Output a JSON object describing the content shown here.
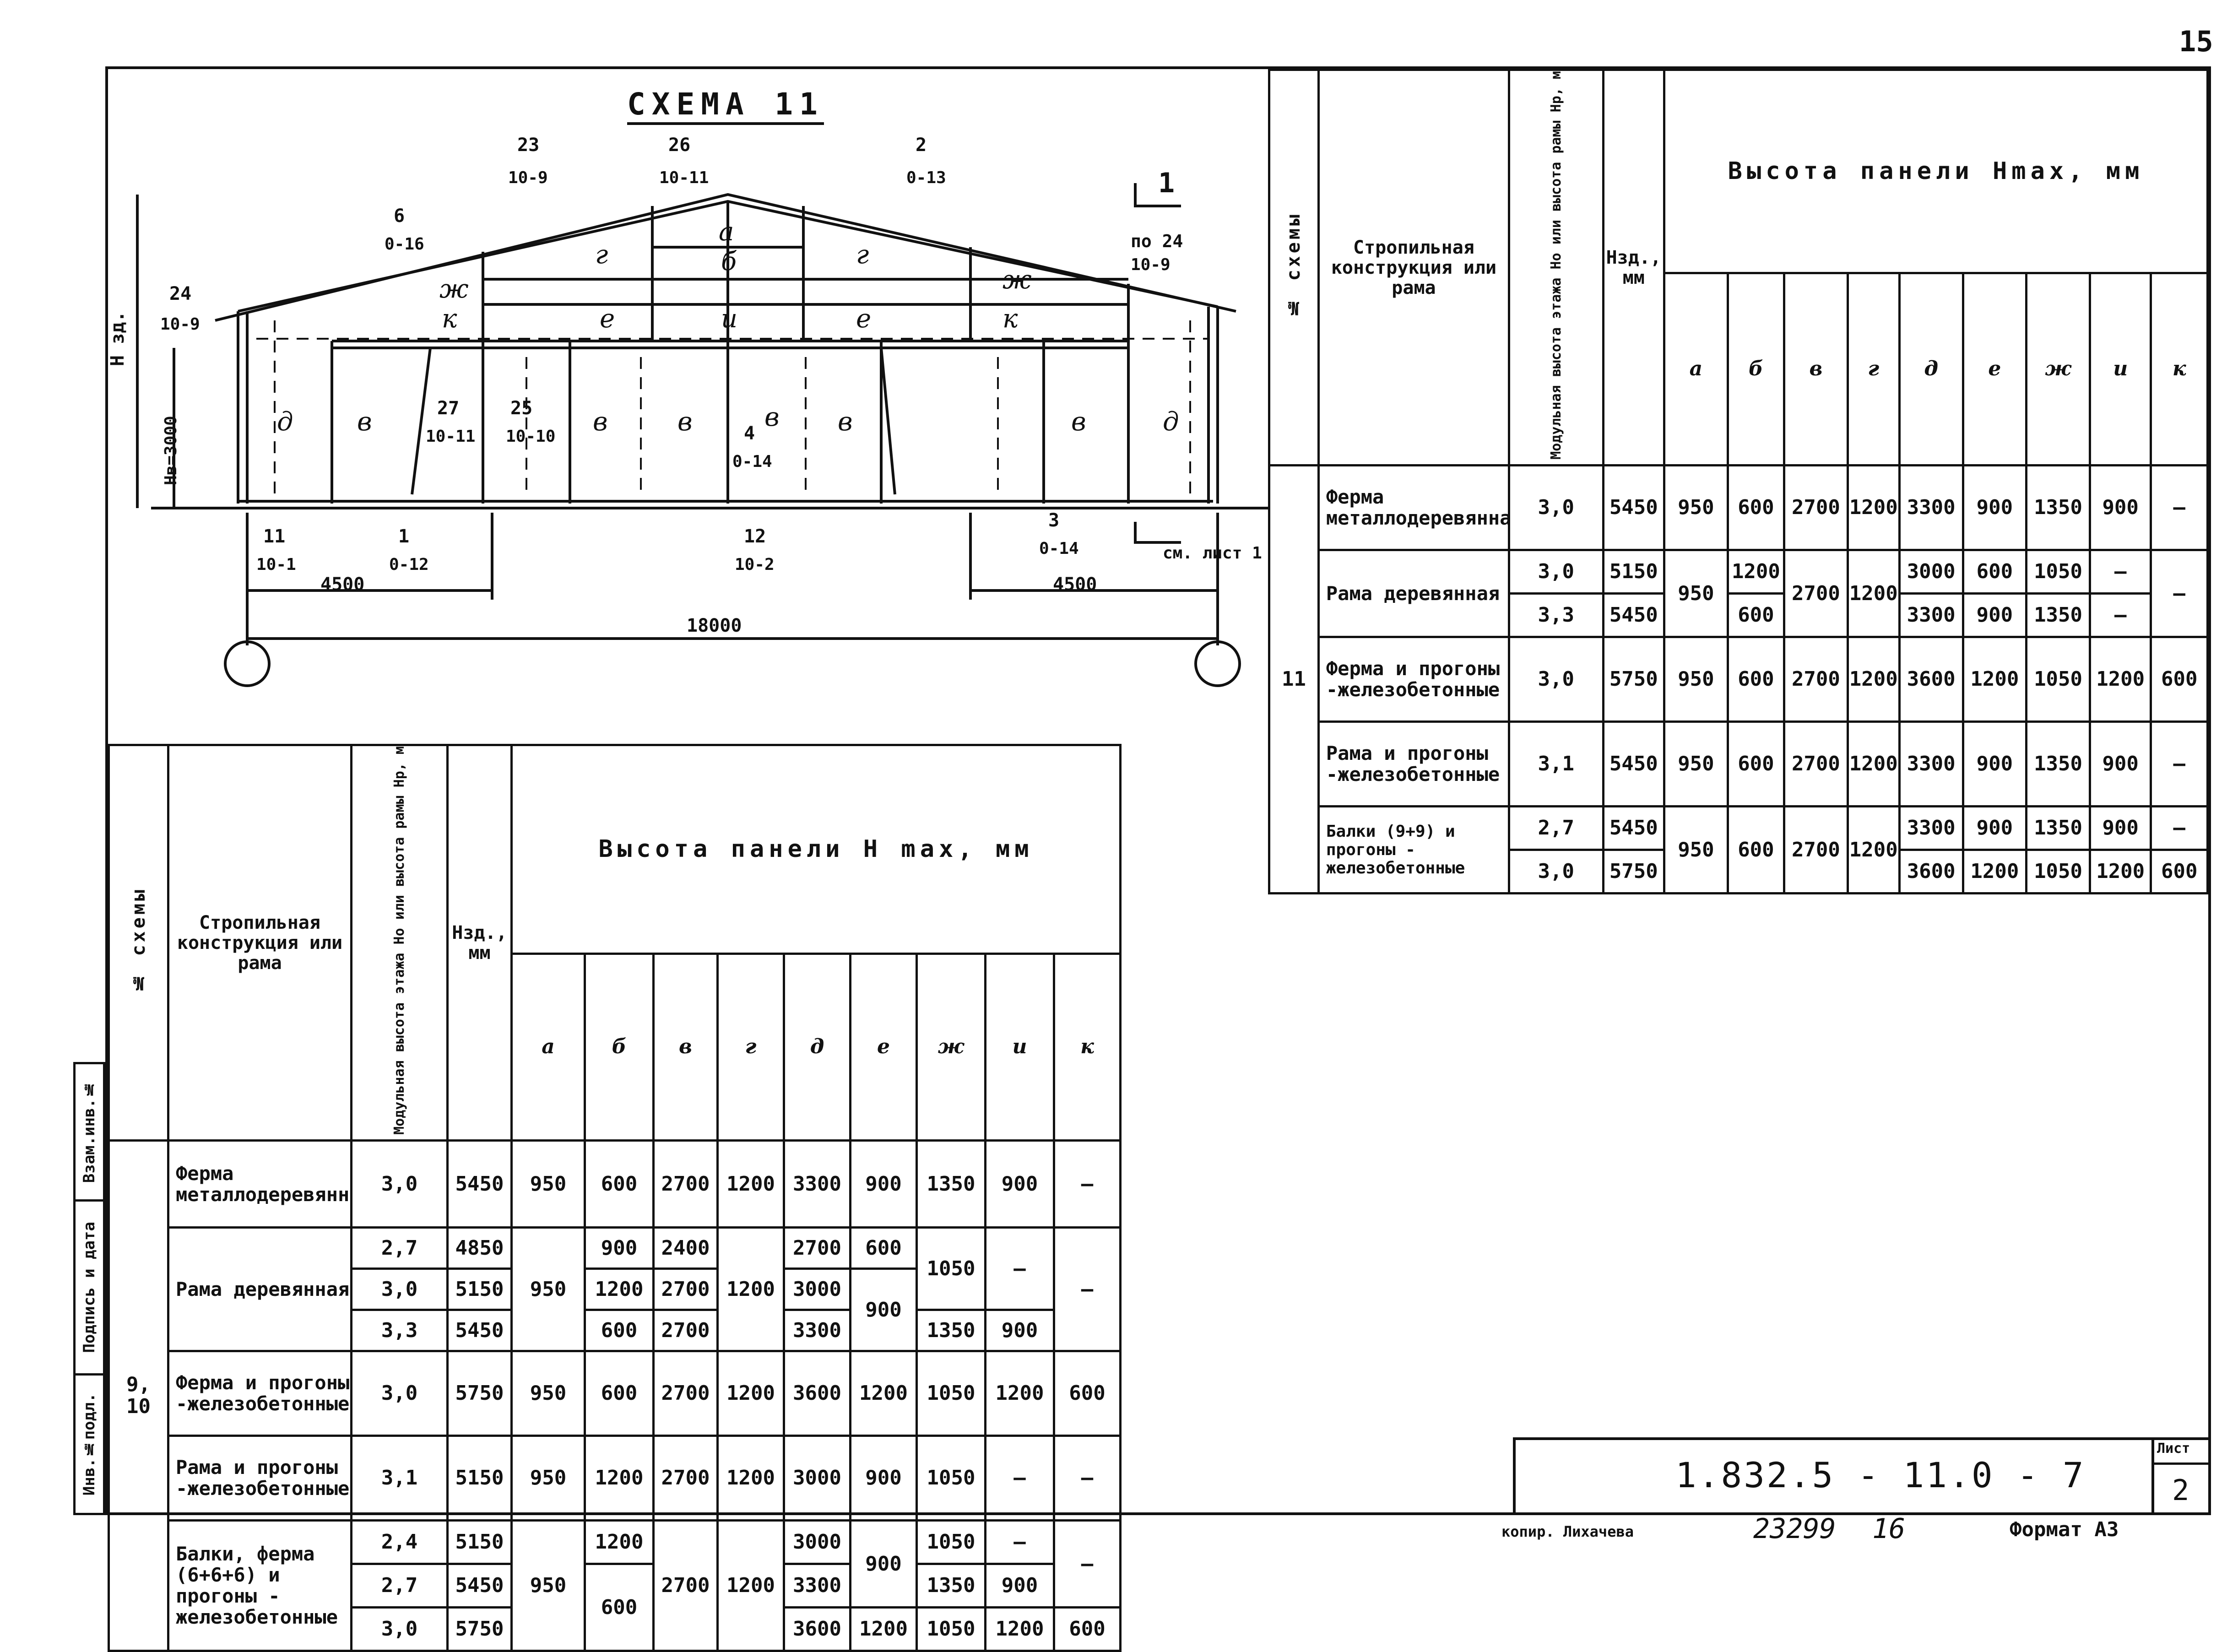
{
  "page_number": "15",
  "drawing": {
    "title": "СХЕМА 11",
    "labels": {
      "h_zd": "Н зд.",
      "h_v": "Нв=3000",
      "span_left": "4500",
      "span_right": "4500",
      "span_total": "18000",
      "section_mark": "1",
      "section_ref": "см. лист 1",
      "po": "по 24"
    },
    "callouts": [
      {
        "n": "23",
        "ref": "10-9"
      },
      {
        "n": "26",
        "ref": "10-11"
      },
      {
        "n": "2",
        "ref": "0-13"
      },
      {
        "n": "6",
        "ref": "0-16"
      },
      {
        "n": "24",
        "ref": "10-9"
      },
      {
        "n": "24",
        "ref": "10-9"
      },
      {
        "n": "27",
        "ref": "10-11"
      },
      {
        "n": "25",
        "ref": "10-10"
      },
      {
        "n": "4",
        "ref": "0-14"
      },
      {
        "n": "11",
        "ref": "10-1"
      },
      {
        "n": "1",
        "ref": "0-12"
      },
      {
        "n": "12",
        "ref": "10-2"
      },
      {
        "n": "3",
        "ref": "0-14"
      }
    ],
    "panel_letters": [
      "а",
      "б",
      "г",
      "г",
      "ж",
      "ж",
      "к",
      "к",
      "е",
      "и",
      "е",
      "д",
      "в",
      "в",
      "в",
      "в",
      "в",
      "в",
      "д"
    ]
  },
  "table_top": {
    "headers": {
      "scheme": "№ схемы",
      "construction": "Стропильная конструкция или рама",
      "modular": "Модульная высота этажа Но или высота рамы Нр, м",
      "hzd": "Нзд., мм",
      "panel_height": "Высота панели Нmax, мм",
      "cols": [
        "а",
        "б",
        "в",
        "г",
        "д",
        "е",
        "ж",
        "и",
        "к"
      ]
    },
    "scheme": "11",
    "rows": [
      {
        "name": "Ферма металлодеревянная",
        "m": "3,0",
        "h": "5450",
        "v": [
          "950",
          "600",
          "2700",
          "1200",
          "3300",
          "900",
          "1350",
          "900",
          "—"
        ]
      },
      {
        "name": "Рама деревянная",
        "m1": "3,0",
        "h1": "5150",
        "m2": "3,3",
        "h2": "5450",
        "a": "950",
        "b1": "1200",
        "b2": "600",
        "c": "2700",
        "d": "1200",
        "e1": "3000",
        "f1": "600",
        "g1": "1050",
        "i1": "—",
        "e2": "3300",
        "f2": "900",
        "g2": "1350",
        "i2": "—",
        "k": "—"
      },
      {
        "name": "Ферма и прогоны -железобетонные",
        "m": "3,0",
        "h": "5750",
        "v": [
          "950",
          "600",
          "2700",
          "1200",
          "3600",
          "1200",
          "1050",
          "1200",
          "600"
        ]
      },
      {
        "name": "Рама и прогоны -железобетонные",
        "m": "3,1",
        "h": "5450",
        "v": [
          "950",
          "600",
          "2700",
          "1200",
          "3300",
          "900",
          "1350",
          "900",
          "—"
        ]
      },
      {
        "name": "Балки (9+9) и прогоны - железобетонные",
        "m1": "2,7",
        "h1": "5450",
        "m2": "3,0",
        "h2": "5750",
        "a": "950",
        "b": "600",
        "c": "2700",
        "d": "1200",
        "r1": [
          "3300",
          "900",
          "1350",
          "900",
          "—"
        ],
        "r2": [
          "3600",
          "1200",
          "1050",
          "1200",
          "600"
        ]
      }
    ]
  },
  "table_bottom": {
    "headers": {
      "scheme": "№ схемы",
      "construction": "Стропильная конструкция или рама",
      "modular": "Модульная высота этажа Но или высота рамы Нр, м",
      "hzd": "Нзд., мм",
      "panel_height": "Высота панели Н max, мм",
      "cols": [
        "а",
        "б",
        "в",
        "г",
        "д",
        "е",
        "ж",
        "и",
        "к"
      ]
    },
    "scheme": "9, 10",
    "rows": [
      {
        "name": "Ферма металлодеревянная",
        "m": "3,0",
        "h": "5450",
        "v": [
          "950",
          "600",
          "2700",
          "1200",
          "3300",
          "900",
          "1350",
          "900",
          "—"
        ]
      },
      {
        "name": "Рама деревянная",
        "m": [
          "2,7",
          "3,0",
          "3,3"
        ],
        "h": [
          "4850",
          "5150",
          "5450"
        ],
        "a": "950",
        "b": [
          "900",
          "1200",
          "600"
        ],
        "c": [
          "2400",
          "2700",
          "2700"
        ],
        "d": "1200",
        "e": [
          "2700",
          "3000",
          "3300"
        ],
        "f1": "600",
        "f2": "900",
        "g1": "1050",
        "g2": "1350",
        "i1": "—",
        "i2": "900",
        "k": "—"
      },
      {
        "name": "Ферма и прогоны -железобетонные",
        "m": "3,0",
        "h": "5750",
        "v": [
          "950",
          "600",
          "2700",
          "1200",
          "3600",
          "1200",
          "1050",
          "1200",
          "600"
        ]
      },
      {
        "name": "Рама и прогоны -железобетонные",
        "m": "3,1",
        "h": "5150",
        "v": [
          "950",
          "1200",
          "2700",
          "1200",
          "3000",
          "900",
          "1050",
          "—",
          "—"
        ]
      },
      {
        "name": "Балки, ферма (6+6+6) и прогоны - железобетонные",
        "m": [
          "2,4",
          "2,7",
          "3,0"
        ],
        "h": [
          "5150",
          "5450",
          "5750"
        ],
        "a": "950",
        "b1": "1200",
        "b2": "600",
        "c": "2700",
        "d": "1200",
        "e": [
          "3000",
          "3300",
          "3600"
        ],
        "f1": "900",
        "f2": "1200",
        "g": [
          "1050",
          "1350",
          "1050"
        ],
        "i": [
          "—",
          "900",
          "1200"
        ],
        "k1": "—",
        "k2": "600"
      }
    ]
  },
  "stamp": {
    "inv_podl": "Инв.№подл.",
    "podpis": "Подпись и дата",
    "vzam": "Взам.инв.№"
  },
  "title_block": {
    "doc_number": "1.832.5 - 11.0 - 7",
    "sheet_label": "Лист",
    "sheet_number": "2"
  },
  "footer": {
    "copier": "копир. Лихачева",
    "inventory": "23299",
    "inventory_sub": "16",
    "format": "Формат А3"
  }
}
